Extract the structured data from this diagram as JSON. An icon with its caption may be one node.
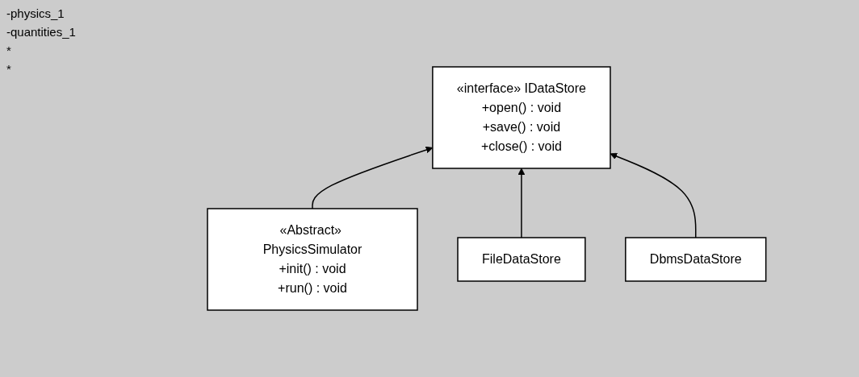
{
  "diagram": {
    "nodes": [
      {
        "text": [
          "«Abstract» PhysicsSimulator",
          "+init() : void",
          "+run() : void"
        ]
      },
      {
        "text": [
          "«interface» IDataStore",
          "+open() : void",
          "+save() : void",
          "+close() : void"
        ]
      },
      {
        "text": [
          "FileDataStore"
        ]
      },
      {
        "text": [
          "DbmsDataStore"
        ]
      }
    ],
    "edges": [
      {
        "from": 0,
        "to": 1,
        "arrow": "to"
      },
      {
        "from": 2,
        "to": 1,
        "arrow": "to"
      },
      {
        "from": 3,
        "to": 1,
        "arrow": "to"
      }
    ],
    "labels": [
      "-physics_1",
      "-quantities_1",
      "*",
      "*"
    ]
  }
}
